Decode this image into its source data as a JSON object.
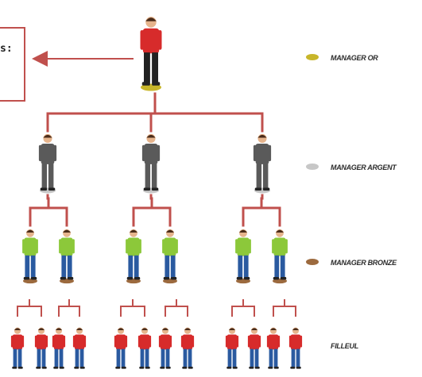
{
  "callout": {
    "text": "s:"
  },
  "legend": [
    {
      "label": "MANAGER OR",
      "color": "#c8b62a"
    },
    {
      "label": "MANAGER ARGENT",
      "color": "#c7c7c7"
    },
    {
      "label": "MANAGER BRONZE",
      "color": "#9c6a3e"
    },
    {
      "label": "FILLEUL",
      "color": ""
    }
  ],
  "colors": {
    "connector": "#c0504d",
    "top_manager_jacket": "#d72b2b",
    "silver_manager_suit": "#5a5a5a",
    "bronze_manager_shirt": "#8cc83a",
    "bronze_manager_pants": "#2a5aa0",
    "filleul_shirt": "#d72b2b",
    "filleul_pants": "#2a5aa0"
  }
}
